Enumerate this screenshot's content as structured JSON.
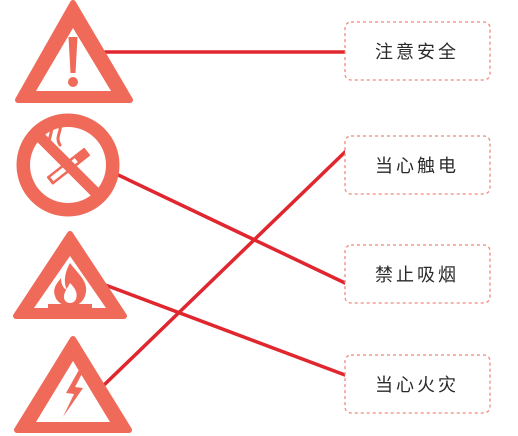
{
  "colors": {
    "sign": "#f06a5a",
    "sign_inner": "#ffffff",
    "connector": "#e0262e",
    "box_border": "#f08878",
    "text": "#2a2a2a"
  },
  "signs": [
    {
      "id": "exclamation",
      "icon": "exclamation-warning-triangle"
    },
    {
      "id": "no-smoking",
      "icon": "no-smoking-prohibition-circle"
    },
    {
      "id": "fire",
      "icon": "fire-hazard-triangle"
    },
    {
      "id": "electric",
      "icon": "electric-shock-triangle"
    }
  ],
  "labels": [
    {
      "text": "注意安全"
    },
    {
      "text": "当心触电"
    },
    {
      "text": "禁止吸烟"
    },
    {
      "text": "当心火灾"
    }
  ],
  "connections": [
    {
      "sign": 0,
      "label": 0
    },
    {
      "sign": 1,
      "label": 2
    },
    {
      "sign": 2,
      "label": 3
    },
    {
      "sign": 3,
      "label": 1
    }
  ]
}
